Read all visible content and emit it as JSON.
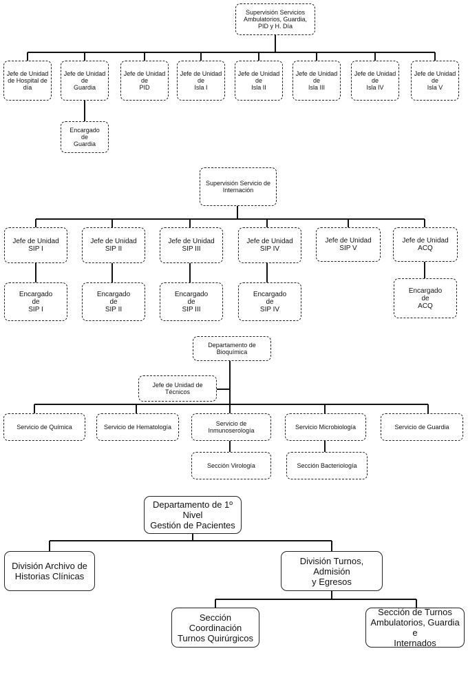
{
  "ambulatorios": {
    "supervisor": "Supervisión Servicios\nAmbulatorios, Guardia,\nPID y H. Día",
    "units": [
      "Jefe de Unidad\nde Hospital de\ndía",
      "Jefe de Unidad\nde\nGuardia",
      "Jefe de Unidad\nde\nPID",
      "Jefe de Unidad\nde\nIsla I",
      "Jefe de Unidad\nde\nIsla II",
      "Jefe de Unidad\nde\nIsla III",
      "Jefe de Unidad\nde\nIsla IV",
      "Jefe de Unidad\nde\nIsla V"
    ],
    "encargado_guardia": "Encargado\nde\nGuardia"
  },
  "internacion": {
    "supervisor": "Supervisión Servicio de\nInternación",
    "units": [
      "Jefe de Unidad\nSIP I",
      "Jefe de Unidad\nSIP II",
      "Jefe de Unidad\nSIP III",
      "Jefe de Unidad\nSIP IV",
      "Jefe de Unidad\nSIP V",
      "Jefe de Unidad\nACQ"
    ],
    "encargados": [
      "Encargado\nde\nSIP I",
      "Encargado\nde\nSIP II",
      "Encargado\nde\nSIP III",
      "Encargado\nde\nSIP IV",
      "Encargado\nde\nACQ"
    ]
  },
  "bioquimica": {
    "department": "Departamento de\nBioquímica",
    "jefe_tecnicos": "Jefe de Unidad de\nTécnicos",
    "services": [
      "Servicio de Química",
      "Servicio de Hematología",
      "Servicio de\nInmunoserología",
      "Servicio Microbiología",
      "Servicio de Guardia"
    ],
    "sections": [
      "Sección Virología",
      "Sección Bacteriología"
    ]
  },
  "pacientes": {
    "department": "Departamento de 1º Nivel\nGestión de Pacientes",
    "divisions": [
      "División Archivo de\nHistorias Clínicas",
      "División Turnos, Admisión\ny Egresos"
    ],
    "sections": [
      "Sección Coordinación\nTurnos Quirúrgicos",
      "Sección de Turnos\nAmbulatorios, Guardia e\nInternados"
    ]
  }
}
